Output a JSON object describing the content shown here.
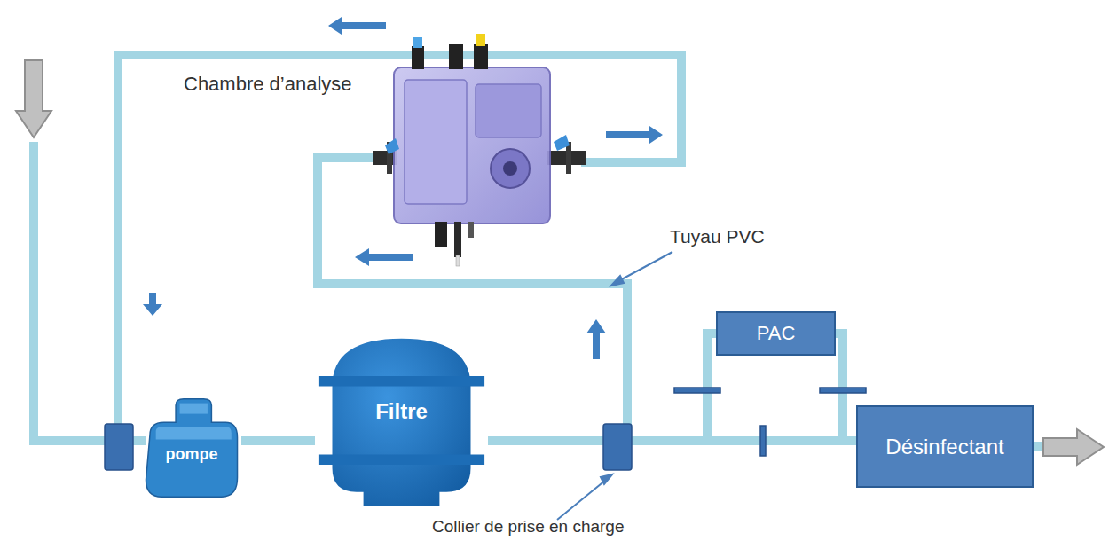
{
  "diagram": {
    "nodes": [
      {
        "text": [
          "pompe"
        ]
      },
      {
        "text": [
          "Filtre"
        ]
      },
      {
        "text": [
          "PAC"
        ]
      },
      {
        "text": [
          "Désinfectant"
        ]
      }
    ],
    "edges": [
      {
        "from": 0,
        "to": 1,
        "arrow": "none"
      },
      {
        "from": 1,
        "to": 2,
        "arrow": "none"
      },
      {
        "from": 2,
        "to": 3,
        "arrow": "none"
      },
      {
        "from": 1,
        "to": 3,
        "arrow": "none"
      }
    ],
    "labels": [
      "Chambre d’analyse",
      "Tuyau PVC",
      "Collier de prise en charge"
    ]
  }
}
